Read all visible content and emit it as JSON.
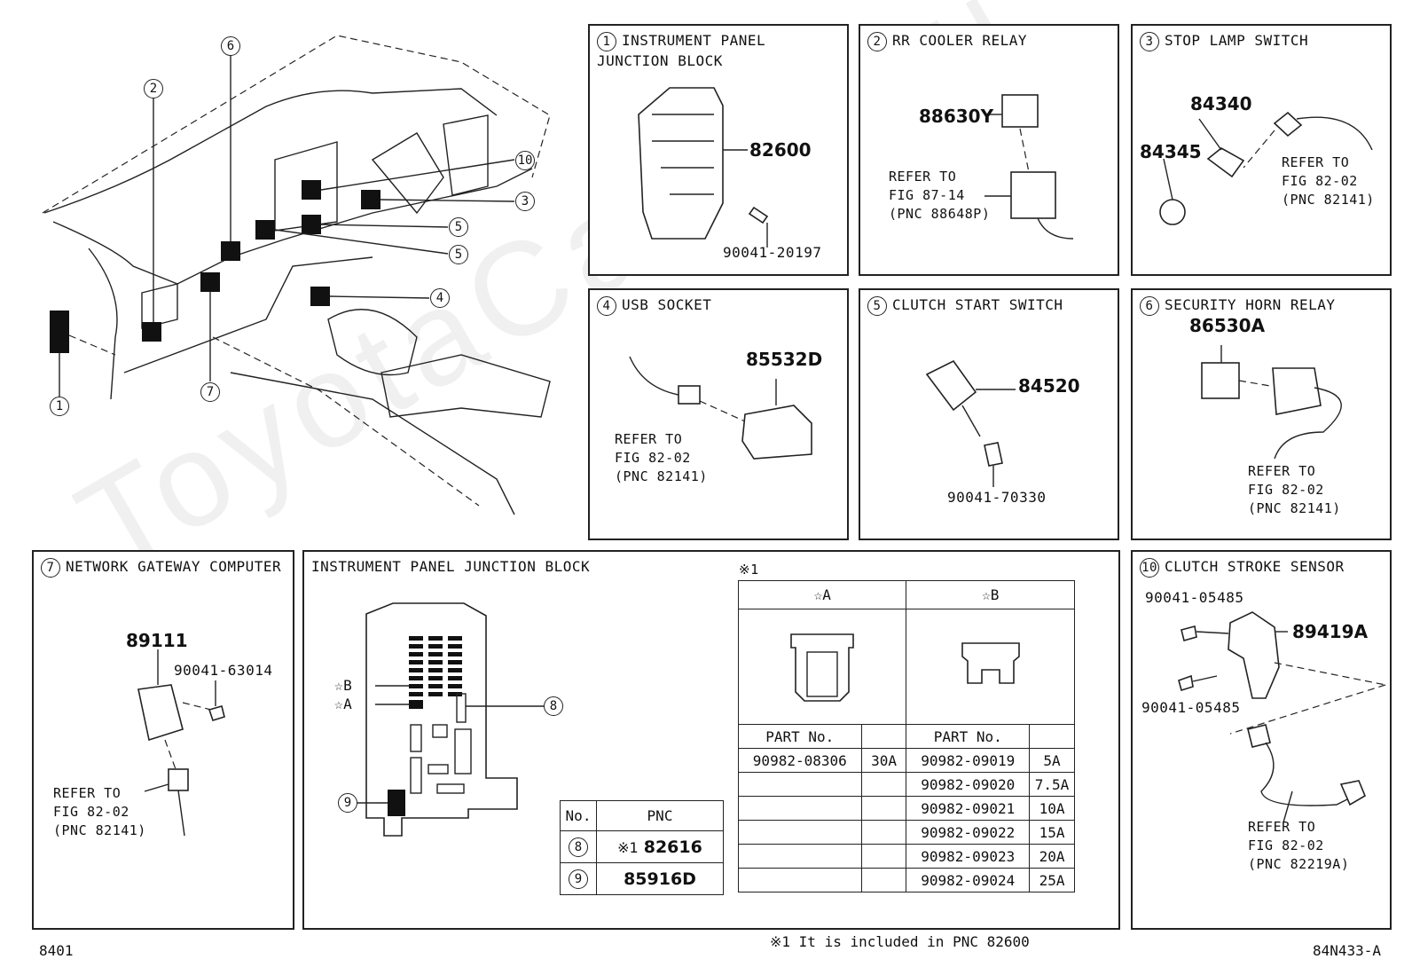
{
  "watermark": "ToyotaCamry.ru",
  "footer": {
    "left_code": "8401",
    "note": "※1 It is included in PNC 82600",
    "right_code": "84N433-A"
  },
  "overview": {
    "callouts": [
      "1",
      "2",
      "3",
      "4",
      "5",
      "5",
      "6",
      "7",
      "10"
    ]
  },
  "panels": {
    "p1": {
      "num": "1",
      "title": "INSTRUMENT PANEL\nJUNCTION BLOCK",
      "part_main": "82600",
      "part_bolt": "90041-20197"
    },
    "p2": {
      "num": "2",
      "title": "RR COOLER RELAY",
      "part": "88630Y",
      "refer": "REFER TO\nFIG 87-14\n(PNC 88648P)"
    },
    "p3": {
      "num": "3",
      "title": "STOP LAMP SWITCH",
      "part_a": "84340",
      "part_b": "84345",
      "refer": "REFER TO\nFIG 82-02\n(PNC 82141)"
    },
    "p4": {
      "num": "4",
      "title": "USB SOCKET",
      "part": "85532D",
      "refer": "REFER TO\nFIG 82-02\n(PNC 82141)"
    },
    "p5": {
      "num": "5",
      "title": "CLUTCH START SWITCH",
      "part": "84520",
      "part_nut": "90041-70330"
    },
    "p6": {
      "num": "6",
      "title": "SECURITY HORN RELAY",
      "part": "86530A",
      "refer": "REFER TO\nFIG 82-02\n(PNC 82141)"
    },
    "p7": {
      "num": "7",
      "title": "NETWORK GATEWAY COMPUTER",
      "part": "89111",
      "part_screw": "90041-63014",
      "refer": "REFER TO\nFIG 82-02\n(PNC 82141)"
    },
    "p8": {
      "title": "INSTRUMENT PANEL JUNCTION BLOCK",
      "label_b": "☆B",
      "label_a": "☆A",
      "callout_8": "8",
      "callout_9": "9",
      "pnc_table": {
        "h_no": "No.",
        "h_pnc": "PNC",
        "rows": [
          {
            "no": "8",
            "note": "※1",
            "pnc": "82616"
          },
          {
            "no": "9",
            "note": "",
            "pnc": "85916D"
          }
        ]
      },
      "fuse_note": "※1",
      "fuse_table": {
        "col_a": "☆A",
        "col_b": "☆B",
        "h_part_a": "PART No.",
        "h_part_b": "PART No.",
        "rows": [
          {
            "pa": "90982-08306",
            "aa": "30A",
            "pb": "90982-09019",
            "ab": "5A"
          },
          {
            "pa": "",
            "aa": "",
            "pb": "90982-09020",
            "ab": "7.5A"
          },
          {
            "pa": "",
            "aa": "",
            "pb": "90982-09021",
            "ab": "10A"
          },
          {
            "pa": "",
            "aa": "",
            "pb": "90982-09022",
            "ab": "15A"
          },
          {
            "pa": "",
            "aa": "",
            "pb": "90982-09023",
            "ab": "20A"
          },
          {
            "pa": "",
            "aa": "",
            "pb": "90982-09024",
            "ab": "25A"
          }
        ]
      }
    },
    "p10": {
      "num": "10",
      "title": "CLUTCH STROKE SENSOR",
      "part": "89419A",
      "bolt_1": "90041-05485",
      "bolt_2": "90041-05485",
      "refer": "REFER TO\nFIG 82-02\n(PNC 82219A)"
    }
  }
}
